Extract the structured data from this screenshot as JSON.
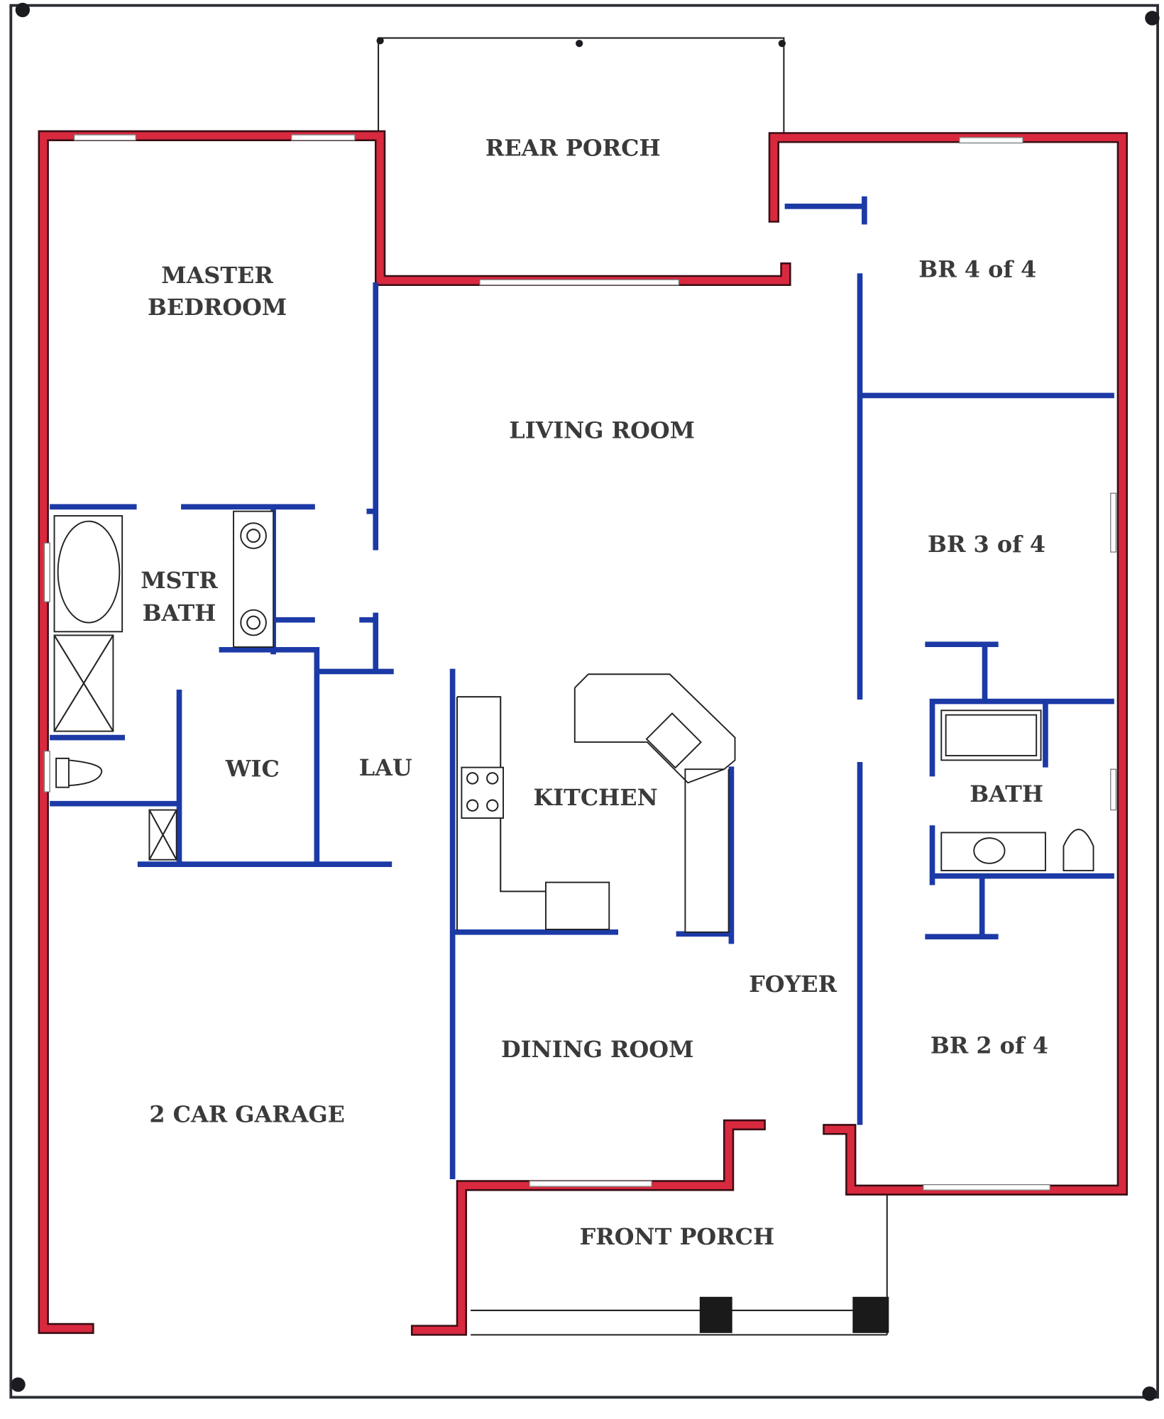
{
  "plan": {
    "colors": {
      "exterior_wall": "#d8293f",
      "interior_wall": "#1c3aa6",
      "outline": "#222222"
    },
    "rooms": {
      "rear_porch": "REAR  PORCH",
      "master_bedroom_line1": "MASTER",
      "master_bedroom_line2": "BEDROOM",
      "living_room": "LIVING  ROOM",
      "br4": "BR 4 of 4",
      "br3": "BR 3 of 4",
      "mstr_bath_line1": "MSTR",
      "mstr_bath_line2": "BATH",
      "wic": "WIC",
      "lau": "LAU",
      "kitchen": "KITCHEN",
      "bath": "BATH",
      "foyer": "FOYER",
      "dining_room": "DINING ROOM",
      "br2": "BR 2 of 4",
      "garage": "2 CAR GARAGE",
      "front_porch": "FRONT PORCH"
    }
  }
}
